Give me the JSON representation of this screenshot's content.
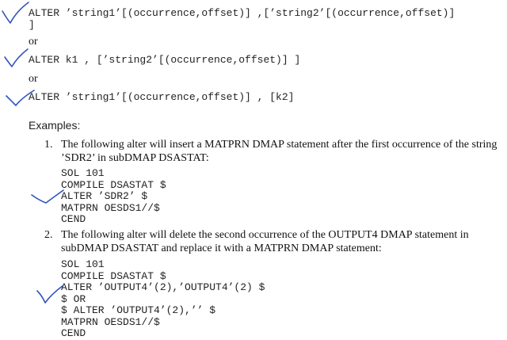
{
  "syntax": {
    "form1_line1": "ALTER ’string1’[(occurrence,offset)] ,[’string2’[(occurrence,offset)]",
    "form1_line2": "]",
    "or1": "or",
    "form2": "ALTER k1 , [’string2’[(occurrence,offset)] ]",
    "or2": "or",
    "form3": "ALTER ’string1’[(occurrence,offset)] , [k2]"
  },
  "examples_heading": "Examples:",
  "examples": [
    {
      "number": "1.",
      "desc_line1": "The following alter will insert a MATPRN DMAP statement after the first occurrence of the string",
      "desc_line2": "’SDR2’ in subDMAP DSASTAT:",
      "code": [
        "SOL 101",
        "COMPILE DSASTAT $",
        "ALTER ’SDR2’ $",
        "MATPRN OESDS1//$",
        "CEND"
      ]
    },
    {
      "number": "2.",
      "desc_line1": "The following alter will delete the second occurrence of the OUTPUT4 DMAP statement in",
      "desc_line2": "subDMAP DSASTAT and replace it with a MATPRN DMAP statement:",
      "code": [
        "SOL 101",
        "COMPILE DSASTAT $",
        "ALTER ’OUTPUT4’(2),’OUTPUT4’(2) $",
        "$ OR",
        "$ ALTER ’OUTPUT4’(2),’’ $",
        "MATPRN OESDS1//$",
        "CEND"
      ]
    }
  ],
  "colors": {
    "checkmark": "#2f55b8"
  }
}
